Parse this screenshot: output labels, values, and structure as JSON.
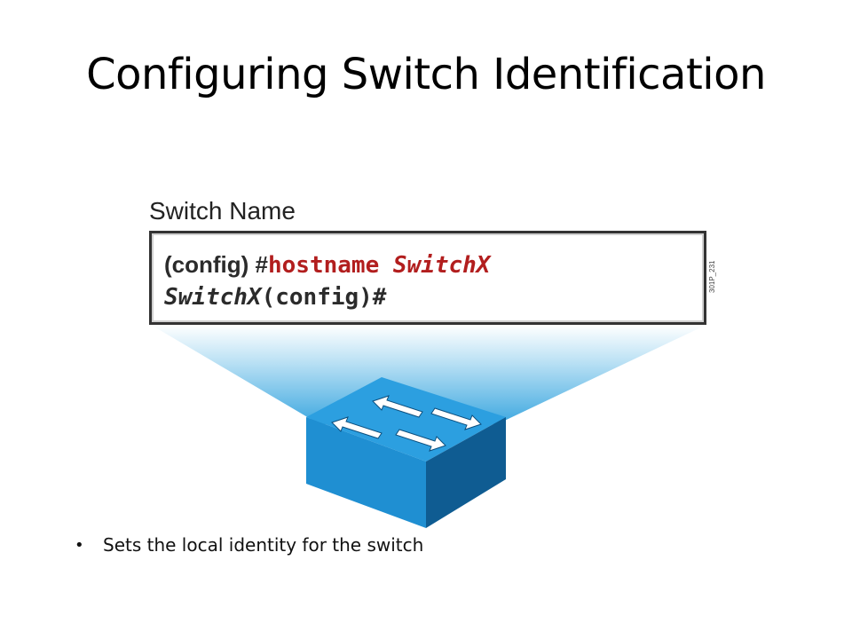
{
  "slide": {
    "title": "Configuring Switch Identification"
  },
  "figure": {
    "label": "Switch Name",
    "figure_id": "301P_231",
    "command_lines": {
      "line1_prompt": "(config) #",
      "line1_keyword": "hostname",
      "line1_argument": "SwitchX",
      "line2_hostname": "SwitchX",
      "line2_rest": "(config)#"
    },
    "device_icon": "network-switch-icon",
    "colors": {
      "command_red": "#b21e1e",
      "switch_blue": "#2196d8",
      "beam_blue": "#5bb8e6"
    }
  },
  "bullets": [
    "Sets the local identity for the switch"
  ]
}
